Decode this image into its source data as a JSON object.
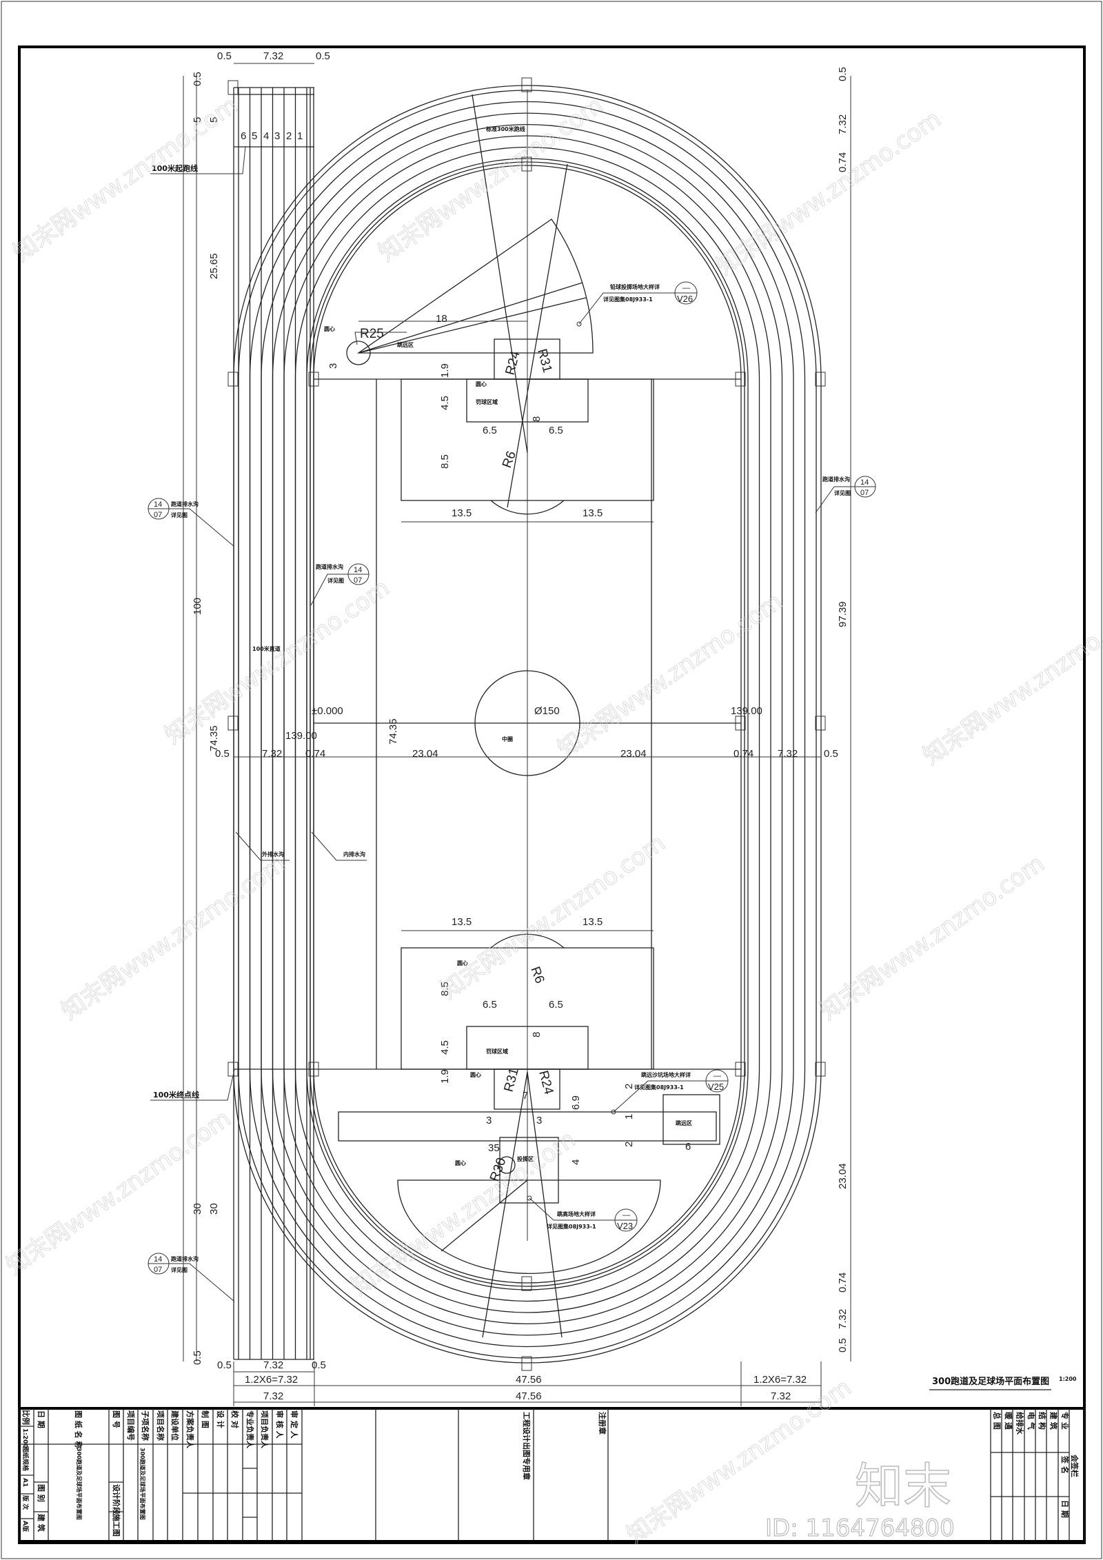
{
  "drawing": {
    "title": "300跑道及足球场平面布置图",
    "scale": "1:200",
    "line_color": "#222222",
    "background": "#ffffff"
  },
  "dims": {
    "top": [
      "0.5",
      "7.32",
      "0.5"
    ],
    "left_outer": [
      "0.5",
      "5",
      "100",
      "30",
      "0.5"
    ],
    "left_inner": [
      "5",
      "25.65",
      "74.35",
      "30"
    ],
    "right": [
      "0.5",
      "7.32",
      "0.74",
      "97.39",
      "23.04",
      "0.74",
      "7.32",
      "0.5"
    ],
    "mid_row": [
      "0.5",
      "7.32",
      "0.74",
      "23.04",
      "23.04",
      "0.74",
      "7.32",
      "0.5"
    ],
    "bottom_row1": [
      "0.5",
      "7.32",
      "0.5"
    ],
    "bottom_row2": [
      "1.2X6=7.32",
      "47.56",
      "1.2X6=7.32"
    ],
    "bottom_row3": [
      "7.32",
      "47.56",
      "7.32"
    ],
    "field_top": [
      "13.5",
      "13.5",
      "6.5",
      "6.5",
      "8.5",
      "4.5",
      "1.9",
      "3",
      "18",
      "R25",
      "R24",
      "R31",
      "8",
      "R6"
    ],
    "field_bottom": [
      "13.5",
      "13.5",
      "8.5",
      "6.5",
      "6.5",
      "4.5",
      "1.9",
      "8",
      "R6",
      "R31",
      "R24",
      "7",
      "3",
      "3",
      "35",
      "R30",
      "6.9",
      "4",
      "2",
      "1",
      "2",
      "6"
    ],
    "field_inner_74": "74.35"
  },
  "lanes": [
    "6",
    "5",
    "4",
    "3",
    "2",
    "1"
  ],
  "levels": {
    "zero": "±0.000",
    "elev_left": "139.00",
    "elev_right": "139.00",
    "diameter": "Ø150"
  },
  "labels": {
    "start_100": "100米起跑线",
    "finish_100": "100米终点线",
    "straight_100": "100米直道",
    "std_300": "标准300米跑线",
    "outer_drain": "外排水沟",
    "inner_drain": "内排水沟",
    "center_circle": "中圈",
    "penalty_area_top": "罚球区域",
    "penalty_area_bottom": "罚球区域",
    "circle_center": "圆心",
    "shot": "投掷区",
    "jump": "跳远区"
  },
  "callouts": {
    "drain": {
      "top": "14",
      "bottom": "07",
      "text1": "跑道排水沟",
      "text2": "详见图"
    },
    "v26": {
      "top": "—",
      "bottom": "V26",
      "text1": "铅球投掷场地大样详",
      "ref": "详见图集08J933-1"
    },
    "v25": {
      "top": "—",
      "bottom": "V25",
      "text1": "跳远沙坑场地大样详",
      "ref": "详见图集08J933-1"
    },
    "v23": {
      "top": "—",
      "bottom": "V23",
      "text1": "跳高场地大样详",
      "ref": "详见图集08J933-1"
    }
  },
  "title_block": {
    "col1": [
      "比例",
      "1:200",
      "图纸规格",
      "A1",
      "版 次",
      "A版"
    ],
    "col2": [
      "日 期",
      "图 别",
      "建 筑"
    ],
    "col3": [
      "图 纸 名 称",
      "300跑道及足球场平面布置图"
    ],
    "col4": [
      "图 号",
      "设计阶段",
      "施工图"
    ],
    "roles": [
      "项目编号",
      "子项名称",
      "项目名称",
      "建设单位",
      "方案负责人",
      "制 图",
      "设 计",
      "校 对",
      "专业负责人",
      "项目负责人",
      "审 核 人",
      "审 定 人"
    ],
    "subproject_value": "300跑道及足球场平面布置图",
    "stamp1": "工程设计出图专用章",
    "stamp2": "注册章",
    "countersign_title": "会签栏",
    "countersign_cols": [
      "专 业",
      "建 筑",
      "结 构",
      "电 气",
      "给排水",
      "暖 通",
      "总 图"
    ],
    "countersign_heads": [
      "签 名",
      "日 期"
    ]
  },
  "watermark": {
    "text": "知末网www.znzmo.com",
    "logo": "知末",
    "id": "ID: 1164764800"
  }
}
